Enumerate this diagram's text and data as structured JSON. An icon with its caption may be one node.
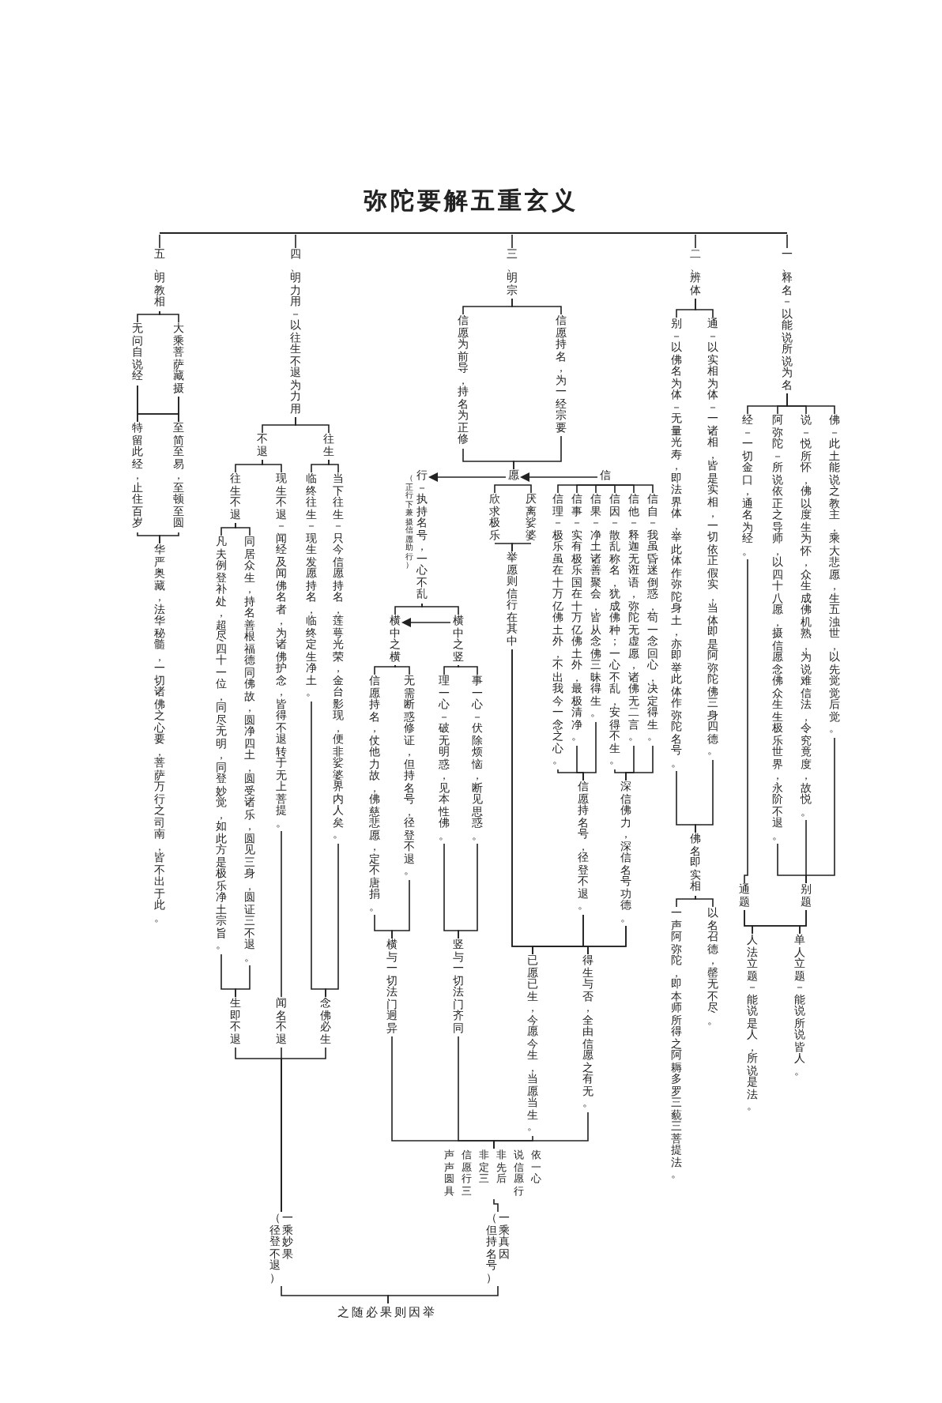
{
  "diagram": {
    "title": "弥陀要解五重玄义",
    "nodes": [
      {
        "text": [
          "一、释名－以能说所说为名"
        ]
      },
      {
        "text": [
          "佛－此土能说之教主，乘大悲愿，生五浊世，以先觉觉后觉。"
        ]
      },
      {
        "text": [
          "说－悦所怀，佛以度生为怀，众生成佛机熟，为说难信法，令究竟度，故悦。"
        ]
      },
      {
        "text": [
          "阿弥陀－所说依正之导师，以四十八愿，摄信愿念佛众生生极乐世界，永阶不退。"
        ]
      },
      {
        "text": [
          "经－一切金口，通名为经。"
        ]
      },
      {
        "text": [
          "别题"
        ]
      },
      {
        "text": [
          "通题"
        ]
      },
      {
        "text": [
          "单人立题－能说所说皆人。"
        ]
      },
      {
        "text": [
          "人法立题－能说是人，所说是法。"
        ]
      },
      {
        "text": [
          "二、辨体"
        ]
      },
      {
        "text": [
          "通－以实相为体－一诸相，皆是实相，一切依正假实，当体即是阿弥陀佛三身四德。"
        ]
      },
      {
        "text": [
          "别－以佛名为体－无量光寿，即法界体，举此体作弥陀身土，亦即举此体作弥陀名号。"
        ]
      },
      {
        "text": [
          "佛名即实相"
        ]
      },
      {
        "text": [
          "以名召德，罄无不尽。"
        ]
      },
      {
        "text": [
          "一声阿弥陀，即本师所得之阿耨多罗三藐三菩提法。"
        ]
      },
      {
        "text": [
          "三、明宗"
        ]
      },
      {
        "text": [
          "信愿持名，为一经宗要"
        ]
      },
      {
        "text": [
          "信愿为前导，持名为正修"
        ]
      },
      {
        "text": [
          "信"
        ]
      },
      {
        "text": [
          "愿"
        ]
      },
      {
        "text": [
          "行－执持名号，一心不乱"
        ],
        "beside": [
          "（正行下兼摄信愿助行）"
        ]
      },
      {
        "text": [
          "信自－我虽昏迷倒惑，苟一念回心，决定得生。"
        ]
      },
      {
        "text": [
          "信他－释迦无诳语，弥陀无虚愿，诸佛无二言。"
        ]
      },
      {
        "text": [
          "信因－散乱称名，犹成佛种；一心不乱，安得不生。"
        ]
      },
      {
        "text": [
          "信果－净土诸善聚会，皆从念佛三昧得生。"
        ]
      },
      {
        "text": [
          "信事－实有极乐国在十万亿佛土外，最极清净。"
        ]
      },
      {
        "text": [
          "信理－极乐虽在十万亿佛土外，不出我今一念之心。"
        ]
      },
      {
        "text": [
          "深信佛力，深信名号功德。"
        ]
      },
      {
        "text": [
          "信愿持名号，径登不退。"
        ]
      },
      {
        "text": [
          "厌离娑婆"
        ]
      },
      {
        "text": [
          "欣求极乐"
        ]
      },
      {
        "text": [
          "举愿则信行在其中"
        ]
      },
      {
        "text": [
          "得生与否，全由信愿之有无。"
        ]
      },
      {
        "text": [
          "已愿已生，今愿今生，当愿当生。"
        ]
      },
      {
        "text": [
          "横中之竖"
        ]
      },
      {
        "text": [
          "横中之横"
        ]
      },
      {
        "text": [
          "事一心－伏除烦恼，断见思惑。"
        ]
      },
      {
        "text": [
          "理一心－破无明惑，见本性佛。"
        ]
      },
      {
        "text": [
          "无需断惑修证，但持名号，径登不退。"
        ]
      },
      {
        "text": [
          "信愿持名，仗他力故，佛慈悲愿，定不唐捐。"
        ]
      },
      {
        "text": [
          "竖与一切法门齐同"
        ]
      },
      {
        "text": [
          "横与一切法门迥异"
        ]
      },
      {
        "text": [
          "依一心",
          "说信愿行",
          "非先后",
          "非定三",
          "信愿行三",
          "声声圆具"
        ]
      },
      {
        "text": [
          "一乘真因（但持名号）"
        ]
      },
      {
        "text": [
          "四、明力用－以往生不退为力用"
        ]
      },
      {
        "text": [
          "往生"
        ]
      },
      {
        "text": [
          "不退"
        ]
      },
      {
        "text": [
          "当下往生－只今信愿持名，莲萼光荣，金台影现，便非娑婆界内人矣。"
        ]
      },
      {
        "text": [
          "临终往生－现生发愿持名，临终定生净土。"
        ]
      },
      {
        "text": [
          "现生不退－闻经及闻佛名者，为诸佛护念，皆得不退转于无上菩提。"
        ]
      },
      {
        "text": [
          "往生不退"
        ]
      },
      {
        "text": [
          "同居众生，持名善根福德同佛故，圆净四土，圆受诸乐，圆见三身，圆证三不退。"
        ]
      },
      {
        "text": [
          "凡夫例登补处，超尽四十一位，同尽无明，同登妙觉，如此方是极乐净土宗旨。"
        ]
      },
      {
        "text": [
          "念佛必生"
        ]
      },
      {
        "text": [
          "闻名不退"
        ]
      },
      {
        "text": [
          "生即不退"
        ]
      },
      {
        "text": [
          "一乘妙果（径登不退）"
        ]
      },
      {
        "text": [
          "五、明教相"
        ]
      },
      {
        "text": [
          "大乘菩萨藏摄"
        ]
      },
      {
        "text": [
          "无问自说经"
        ]
      },
      {
        "text": [
          "至简至易，至顿至圆"
        ]
      },
      {
        "text": [
          "特留此经，止住百岁"
        ]
      },
      {
        "text": [
          "华严奥藏，法华秘髓，一切诸佛之心要，菩萨万行之司南，皆不出于此。"
        ]
      },
      {
        "text": [
          "之随必果则因举"
        ]
      },
      {
        "text": [],
        "shape": "bar"
      }
    ],
    "edges": [
      {
        "from": 64,
        "to": 0,
        "arrow": "none"
      },
      {
        "from": 64,
        "to": 9,
        "arrow": "none"
      },
      {
        "from": 64,
        "to": 15,
        "arrow": "none"
      },
      {
        "from": 64,
        "to": 44,
        "arrow": "none"
      },
      {
        "from": 64,
        "to": 57,
        "arrow": "none"
      },
      {
        "from": 0,
        "to": 1,
        "arrow": "none"
      },
      {
        "from": 0,
        "to": 2,
        "arrow": "none"
      },
      {
        "from": 0,
        "to": 3,
        "arrow": "none"
      },
      {
        "from": 0,
        "to": 4,
        "arrow": "none"
      },
      {
        "from": 1,
        "to": 5,
        "arrow": "none"
      },
      {
        "from": 2,
        "to": 5,
        "arrow": "none"
      },
      {
        "from": 3,
        "to": 5,
        "arrow": "none"
      },
      {
        "from": 4,
        "to": 6,
        "arrow": "none"
      },
      {
        "from": 5,
        "to": 7,
        "arrow": "none"
      },
      {
        "from": 5,
        "to": 8,
        "arrow": "none"
      },
      {
        "from": 6,
        "to": 7,
        "arrow": "none"
      },
      {
        "from": 6,
        "to": 8,
        "arrow": "none"
      },
      {
        "from": 9,
        "to": 10,
        "arrow": "none"
      },
      {
        "from": 9,
        "to": 11,
        "arrow": "none"
      },
      {
        "from": 10,
        "to": 12,
        "arrow": "none"
      },
      {
        "from": 11,
        "to": 12,
        "arrow": "none"
      },
      {
        "from": 12,
        "to": 13,
        "arrow": "none"
      },
      {
        "from": 12,
        "to": 14,
        "arrow": "none"
      },
      {
        "from": 15,
        "to": 16,
        "arrow": "none"
      },
      {
        "from": 15,
        "to": 17,
        "arrow": "none"
      },
      {
        "from": 16,
        "to": 19,
        "arrow": "none"
      },
      {
        "from": 17,
        "to": 19,
        "arrow": "none"
      },
      {
        "from": 18,
        "to": 19,
        "arrow": "to"
      },
      {
        "from": 19,
        "to": 20,
        "arrow": "to"
      },
      {
        "from": 18,
        "to": 21,
        "arrow": "none"
      },
      {
        "from": 18,
        "to": 22,
        "arrow": "none"
      },
      {
        "from": 18,
        "to": 23,
        "arrow": "none"
      },
      {
        "from": 18,
        "to": 24,
        "arrow": "none"
      },
      {
        "from": 18,
        "to": 25,
        "arrow": "none"
      },
      {
        "from": 18,
        "to": 26,
        "arrow": "none"
      },
      {
        "from": 21,
        "to": 27,
        "arrow": "none"
      },
      {
        "from": 22,
        "to": 27,
        "arrow": "none"
      },
      {
        "from": 23,
        "to": 27,
        "arrow": "none"
      },
      {
        "from": 24,
        "to": 28,
        "arrow": "none"
      },
      {
        "from": 25,
        "to": 28,
        "arrow": "none"
      },
      {
        "from": 26,
        "to": 28,
        "arrow": "none"
      },
      {
        "from": 19,
        "to": 29,
        "arrow": "none"
      },
      {
        "from": 19,
        "to": 30,
        "arrow": "none"
      },
      {
        "from": 29,
        "to": 31,
        "arrow": "none"
      },
      {
        "from": 30,
        "to": 31,
        "arrow": "none"
      },
      {
        "from": 27,
        "to": 32,
        "arrow": "none"
      },
      {
        "from": 27,
        "to": 33,
        "arrow": "none"
      },
      {
        "from": 28,
        "to": 32,
        "arrow": "none"
      },
      {
        "from": 28,
        "to": 33,
        "arrow": "none"
      },
      {
        "from": 31,
        "to": 32,
        "arrow": "none"
      },
      {
        "from": 31,
        "to": 33,
        "arrow": "none"
      },
      {
        "from": 20,
        "to": 34,
        "arrow": "none"
      },
      {
        "from": 20,
        "to": 35,
        "arrow": "none"
      },
      {
        "from": 34,
        "to": 35,
        "arrow": "to"
      },
      {
        "from": 34,
        "to": 36,
        "arrow": "none"
      },
      {
        "from": 34,
        "to": 37,
        "arrow": "none"
      },
      {
        "from": 35,
        "to": 38,
        "arrow": "none"
      },
      {
        "from": 35,
        "to": 39,
        "arrow": "none"
      },
      {
        "from": 36,
        "to": 40,
        "arrow": "none"
      },
      {
        "from": 37,
        "to": 40,
        "arrow": "none"
      },
      {
        "from": 38,
        "to": 41,
        "arrow": "none"
      },
      {
        "from": 39,
        "to": 41,
        "arrow": "none"
      },
      {
        "from": 40,
        "to": 42,
        "arrow": "none"
      },
      {
        "from": 41,
        "to": 42,
        "arrow": "none"
      },
      {
        "from": 32,
        "to": 42,
        "arrow": "none"
      },
      {
        "from": 33,
        "to": 42,
        "arrow": "none"
      },
      {
        "from": 42,
        "to": 43,
        "arrow": "none"
      },
      {
        "from": 44,
        "to": 45,
        "arrow": "none"
      },
      {
        "from": 44,
        "to": 46,
        "arrow": "none"
      },
      {
        "from": 45,
        "to": 47,
        "arrow": "none"
      },
      {
        "from": 45,
        "to": 48,
        "arrow": "none"
      },
      {
        "from": 47,
        "to": 53,
        "arrow": "none"
      },
      {
        "from": 48,
        "to": 53,
        "arrow": "none"
      },
      {
        "from": 46,
        "to": 49,
        "arrow": "none"
      },
      {
        "from": 46,
        "to": 50,
        "arrow": "none"
      },
      {
        "from": 49,
        "to": 54,
        "arrow": "none"
      },
      {
        "from": 50,
        "to": 51,
        "arrow": "none"
      },
      {
        "from": 50,
        "to": 52,
        "arrow": "none"
      },
      {
        "from": 51,
        "to": 55,
        "arrow": "none"
      },
      {
        "from": 52,
        "to": 55,
        "arrow": "none"
      },
      {
        "from": 53,
        "to": 56,
        "arrow": "none"
      },
      {
        "from": 54,
        "to": 56,
        "arrow": "none"
      },
      {
        "from": 55,
        "to": 56,
        "arrow": "none"
      },
      {
        "from": 56,
        "to": 63,
        "arrow": "none"
      },
      {
        "from": 43,
        "to": 63,
        "arrow": "none"
      },
      {
        "from": 57,
        "to": 58,
        "arrow": "none"
      },
      {
        "from": 57,
        "to": 59,
        "arrow": "none"
      },
      {
        "from": 58,
        "to": 60,
        "arrow": "none"
      },
      {
        "from": 58,
        "to": 61,
        "arrow": "none"
      },
      {
        "from": 59,
        "to": 60,
        "arrow": "none"
      },
      {
        "from": 59,
        "to": 61,
        "arrow": "none"
      },
      {
        "from": 60,
        "to": 62,
        "arrow": "none"
      },
      {
        "from": 61,
        "to": 62,
        "arrow": "none"
      }
    ]
  }
}
